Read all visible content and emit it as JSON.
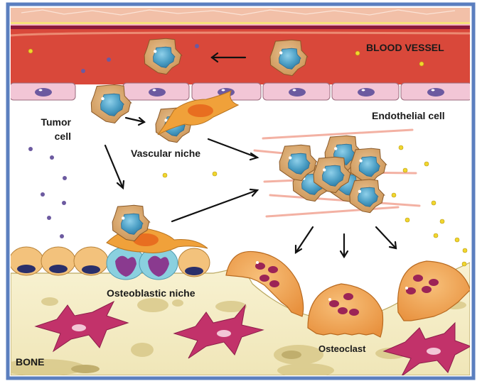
{
  "figure": {
    "title": "Tumor cell niches in bone metastasis",
    "regions": {
      "blood_vessel": "BLOOD VESSEL",
      "bone": "BONE"
    },
    "labels": {
      "tumor_cell_line1": "Tumor",
      "tumor_cell_line2": "cell",
      "endothelial_cell": "Endothelial cell",
      "vascular_niche": "Vascular niche",
      "osteoblastic_niche": "Osteoblastic niche",
      "osteoclast": "Osteoclast"
    },
    "colors": {
      "frame": "#5b7fbf",
      "blood": "#d9483a",
      "vessel_wall": "#8c1b3a",
      "endothelium": "#f2c6d6",
      "tumor_cytoplasm": "#d9a86a",
      "tumor_nucleus": "#4b9ec4",
      "osteoclast": "#f0a85a",
      "osteoclast_nucleus": "#9c2456",
      "osteocyte": "#c2326a",
      "bone_matrix": "#f6efc8",
      "osteoblast": "#f3c27c",
      "osteoblast_nucleus": "#2a2f6a",
      "stromal_cell": "#f0a13a",
      "hsc": "#8ad0df",
      "hsc_nucleus": "#8a3a8f",
      "purple_factor": "#6c5aa0",
      "yellow_factor": "#f1d62e",
      "fiber": "#f2a99a"
    }
  }
}
